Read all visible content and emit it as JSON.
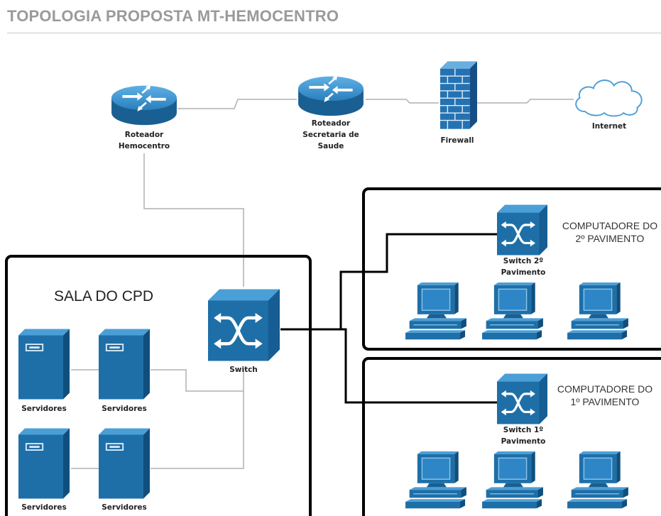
{
  "title": "TOPOLOGIA PROPOSTA MT-HEMOCENTRO",
  "nodes": {
    "router_hemocentro": [
      "Roteador",
      "Hemocentro"
    ],
    "router_secretaria": [
      "Roteador",
      "Secretaria de",
      "Saude"
    ],
    "firewall": [
      "Firewall"
    ],
    "internet": [
      "Internet"
    ],
    "switch_main": [
      "Switch"
    ],
    "switch_2": [
      "Switch 2º",
      "Pavimento"
    ],
    "switch_1": [
      "Switch 1º",
      "Pavimento"
    ],
    "servers": [
      "Servidores",
      "Servidores",
      "Servidores",
      "Servidores"
    ]
  },
  "rooms": {
    "cpd": "SALA DO CPD",
    "floor2": [
      "COMPUTADORE DO",
      "2º PAVIMENTO"
    ],
    "floor1": [
      "COMPUTADORE DO",
      "1º PAVIMENTO"
    ]
  },
  "colors": {
    "device_blue": "#1e6fa8",
    "device_light": "#4a9fd6",
    "device_dark": "#0f4f7e",
    "link_gray": "#b0b0b0",
    "link_black": "#000000"
  }
}
